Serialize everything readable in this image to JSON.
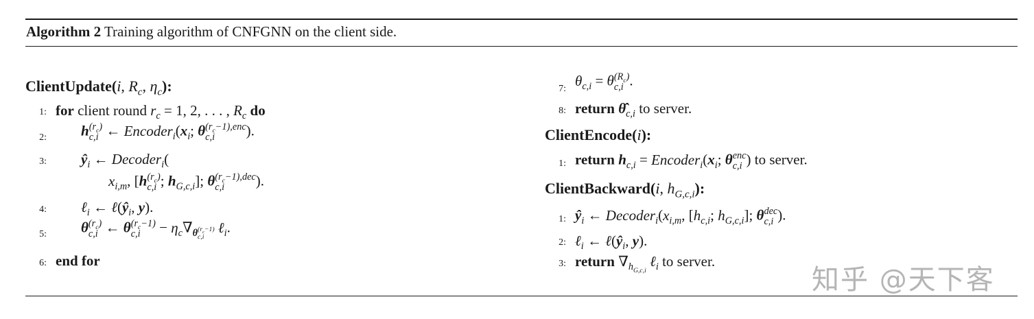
{
  "algorithm": {
    "label": "Algorithm 2",
    "caption": "Training algorithm of CNFGNN on the client side."
  },
  "left": {
    "procedure_name": "ClientUpdate",
    "procedure_args": "(i, Rc, ηc):",
    "line_numbers": [
      "1:",
      "2:",
      "3:",
      "4:",
      "5:",
      "6:"
    ],
    "for_keyword": "for",
    "for_text": "client round",
    "for_range": "= 1, 2, . . . , R",
    "do_keyword": "do",
    "end_for": "end for",
    "encoder": "Encoder",
    "decoder": "Decoder"
  },
  "right": {
    "line_numbers_top": [
      "7:",
      "8:"
    ],
    "return_keyword": "return",
    "to_server": "to server.",
    "encode_name": "ClientEncode",
    "encode_args": "(i):",
    "encode_line_number": "1:",
    "backward_name": "ClientBackward",
    "backward_args": "(i, hG,c,i):",
    "backward_line_numbers": [
      "1:",
      "2:",
      "3:"
    ]
  },
  "watermark": "知乎 @天下客"
}
